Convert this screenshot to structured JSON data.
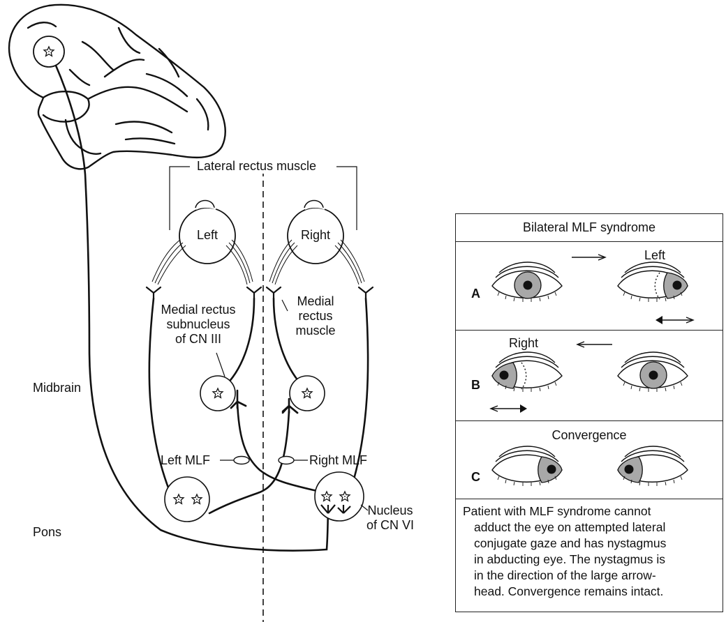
{
  "labels": {
    "lateral_rectus": "Lateral rectus muscle",
    "left_eye": "Left",
    "right_eye": "Right",
    "medial_rectus_subnucleus": [
      "Medial rectus",
      "subnucleus",
      "of CN III"
    ],
    "medial_rectus_muscle": [
      "Medial",
      "rectus",
      "muscle"
    ],
    "midbrain": "Midbrain",
    "pons": "Pons",
    "left_mlf": "Left MLF",
    "right_mlf": "Right MLF",
    "nucleus_cn_vi": [
      "Nucleus",
      "of CN VI"
    ]
  },
  "panel": {
    "title": "Bilateral MLF syndrome",
    "row_a": {
      "letter": "A",
      "gaze": "Left"
    },
    "row_b": {
      "letter": "B",
      "gaze": "Right"
    },
    "row_c": {
      "letter": "C",
      "gaze": "Convergence"
    },
    "description": [
      "Patient with MLF syndrome cannot",
      "adduct the eye on attempted lateral",
      "conjugate gaze and has nystagmus",
      "in abducting eye. The nystagmus is",
      "in the direction of the large arrow-",
      "head. Convergence remains intact."
    ]
  }
}
